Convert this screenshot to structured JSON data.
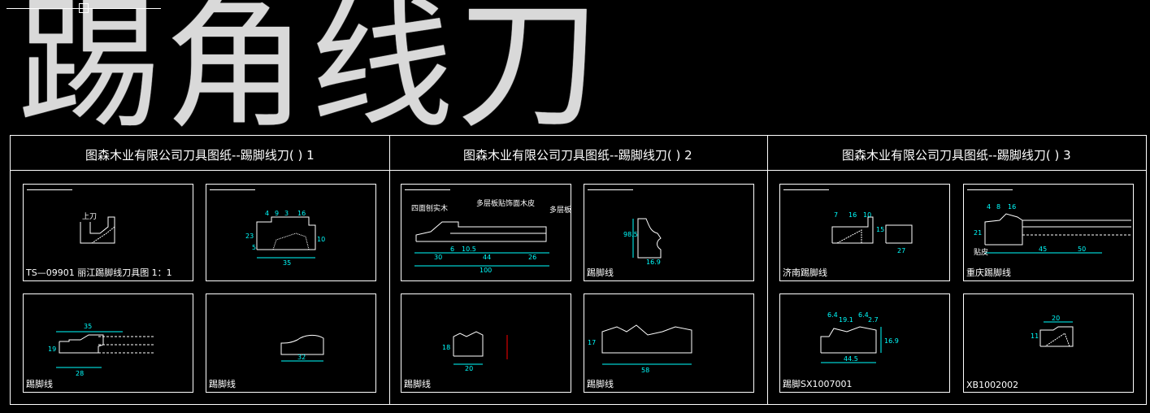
{
  "page_title": "踢角线刀",
  "columns": [
    {
      "title": "图森木业有限公司刀具图纸--踢脚线刀(    ) 1"
    },
    {
      "title": "图森木业有限公司刀具图纸--踢脚线刀(    ) 2"
    },
    {
      "title": "图森木业有限公司刀具图纸--踢脚线刀(    ) 3"
    }
  ],
  "sheets": {
    "s1": {
      "caption": "TS—09901   丽江踢脚线刀具图 1：1",
      "label": "上刀"
    },
    "s2": {
      "dims": [
        "4",
        "9",
        "3",
        "16",
        "23",
        "5",
        "10",
        "35"
      ]
    },
    "s3": {
      "caption": "踢脚线",
      "dims": [
        "35",
        "19",
        "28"
      ]
    },
    "s4": {
      "caption": "踢脚线",
      "dims": [
        "32"
      ]
    },
    "s5": {
      "notes": [
        "四面刨实木",
        "多层板贴饰面木皮",
        "多层板"
      ],
      "dims": [
        "30",
        "44",
        "26",
        "100",
        "6",
        "10.5"
      ]
    },
    "s6": {
      "caption": "踢脚线",
      "dims": [
        "98.5",
        "16.9"
      ]
    },
    "s7": {
      "caption": "踢脚线",
      "dims": [
        "18",
        "20"
      ]
    },
    "s8": {
      "caption": "踢脚线",
      "dims": [
        "17",
        "58"
      ]
    },
    "s9": {
      "caption": "济南踢脚线",
      "dims": [
        "7",
        "16",
        "10",
        "15",
        "27"
      ]
    },
    "s10": {
      "caption": "重庆踢脚线",
      "notes": [
        "贴皮"
      ],
      "dims": [
        "4",
        "8",
        "16",
        "21",
        "45",
        "50"
      ]
    },
    "s11": {
      "caption": "踢脚SX1007001",
      "dims": [
        "6.4",
        "19.1",
        "6.4",
        "2.7",
        "16.9",
        "44.5"
      ]
    },
    "s12": {
      "caption": "XB1002002",
      "dims": [
        "20",
        "11"
      ]
    }
  }
}
